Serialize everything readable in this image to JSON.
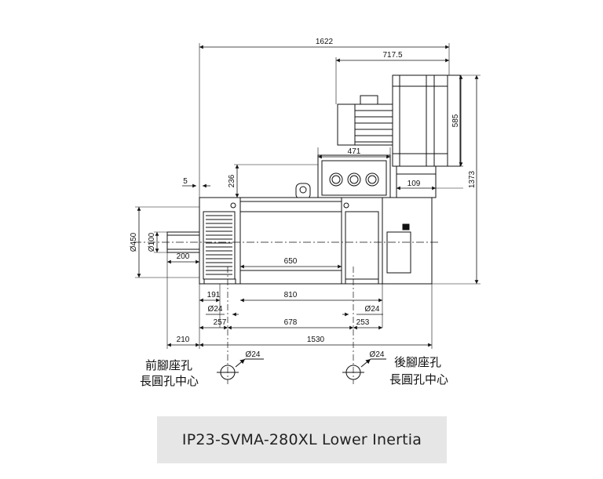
{
  "caption": "IP23-SVMA-280XL Lower Inertia",
  "dimensions": {
    "overall_length": "1622",
    "blower_offset": "717.5",
    "blower_height": "585",
    "overall_height": "1373",
    "terminal_box_width": "471",
    "terminal_box_height": "236",
    "shaft_gap": "5",
    "blower_side_offset": "109",
    "center_height": "Ø450",
    "shaft_diameter": "Ø100",
    "shaft_length": "200",
    "frame_length": "650",
    "front_foot_offset": "191",
    "foot_spacing": "810",
    "front_hole": "Ø24",
    "rear_hole": "Ø24",
    "front_end_to_foot": "257",
    "foot_centers": "678",
    "rear_foot_offset": "253",
    "shaft_extension": "210",
    "base_length": "1530",
    "front_hole_symbol": "Ø24",
    "rear_hole_symbol": "Ø24"
  },
  "labels": {
    "front_foot_line1": "前腳座孔",
    "front_foot_line2": "長圓孔中心",
    "rear_foot_line1": "後腳座孔",
    "rear_foot_line2": "長圓孔中心"
  }
}
